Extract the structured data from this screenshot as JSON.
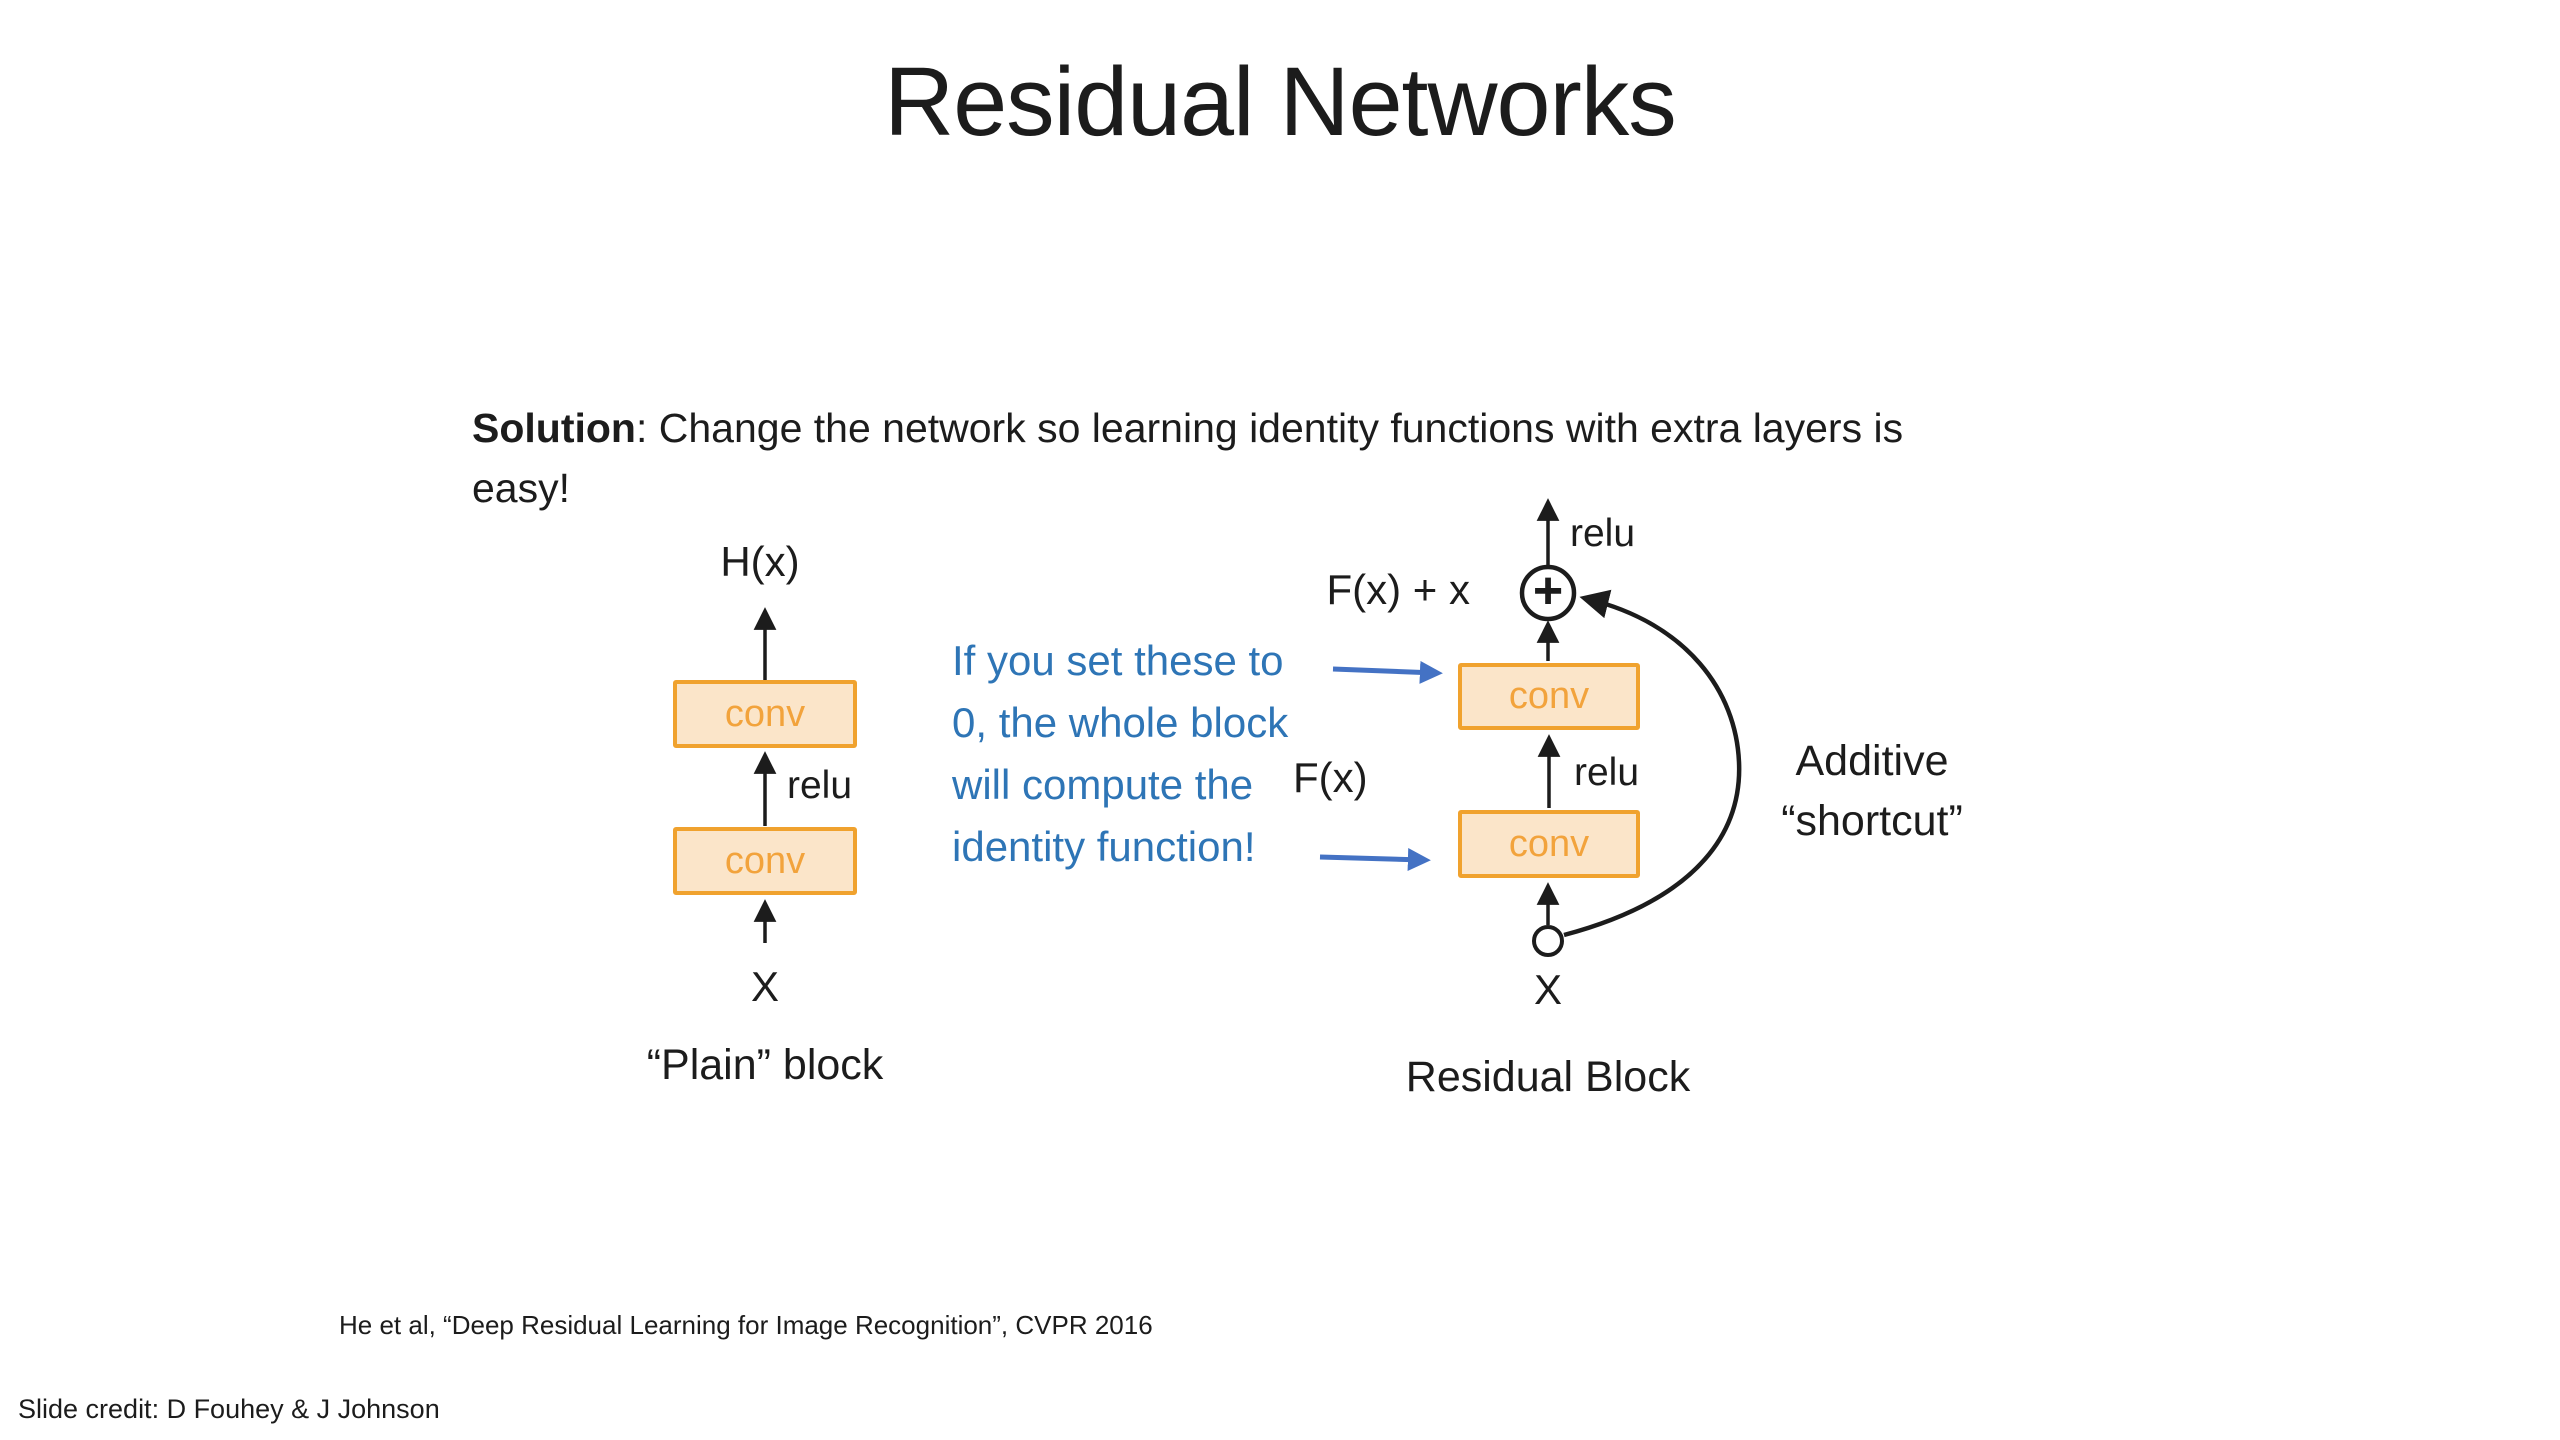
{
  "slide": {
    "title": "Residual Networks",
    "solution": {
      "bold": "Solution",
      "line1_rest": ": Change the network so learning identity functions with extra layers is",
      "line2": "easy!"
    },
    "annotation": {
      "lines": [
        "If you set these to",
        "0, the whole block",
        "will compute the",
        "identity function!"
      ]
    },
    "plain_block": {
      "output_label": "H(x)",
      "conv_top_label": "conv",
      "relu_label": "relu",
      "conv_bottom_label": "conv",
      "input_label": "X",
      "caption": "“Plain” block"
    },
    "residual_block": {
      "relu_top_label": "relu",
      "sum_label": "F(x) + x",
      "plus_symbol": "+",
      "conv_top_label": "conv",
      "relu_mid_label": "relu",
      "fx_label": "F(x)",
      "conv_bottom_label": "conv",
      "input_label": "X",
      "caption": "Residual Block",
      "shortcut_label_line1": "Additive",
      "shortcut_label_line2": "“shortcut”"
    },
    "citation": "He et al, “Deep Residual Learning for Image Recognition”, CVPR 2016",
    "credit": "Slide credit: D Fouhey & J Johnson",
    "colors": {
      "ink": "#1c1c1c",
      "box_border": "#F0A22E",
      "box_fill": "#FBE5C9",
      "box_text": "#F2A33C",
      "blue_text": "#2E75B6",
      "blue_arrow": "#4472C4"
    }
  }
}
